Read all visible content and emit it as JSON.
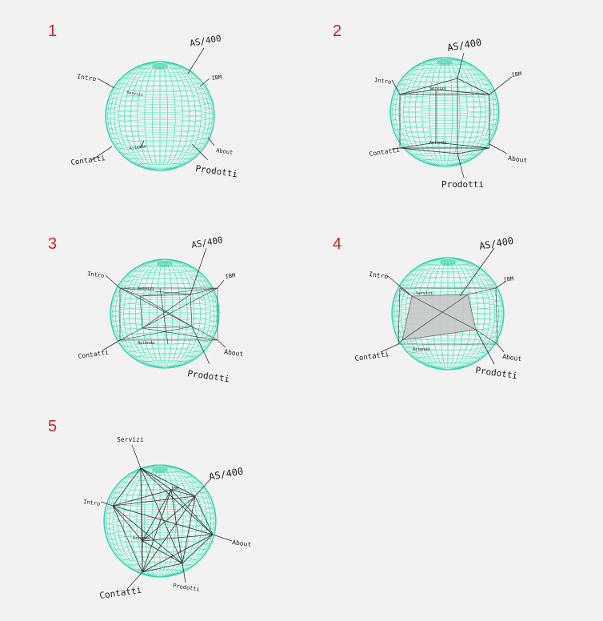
{
  "accent_color": "#d0202a",
  "sphere_color": "#2fd6a8",
  "panels": [
    {
      "number": "1",
      "labels": {
        "as400": "AS/400",
        "ibm": "IBM",
        "intro": "Intro",
        "servizi": "Servizi",
        "azienda": "Azienda",
        "contatti": "Contatti",
        "about": "About",
        "prodotti": "Prodotti"
      }
    },
    {
      "number": "2",
      "labels": {
        "as400": "AS/400",
        "ibm": "IBM",
        "intro": "Intro",
        "servizi": "Servizi",
        "azienda": "Azienda",
        "contatti": "Contatti",
        "about": "About",
        "prodotti": "Prodotti"
      }
    },
    {
      "number": "3",
      "labels": {
        "as400": "AS/400",
        "ibm": "IBM",
        "intro": "Intro",
        "servizi": "Servizi",
        "azienda": "Azienda",
        "contatti": "Contatti",
        "about": "About",
        "prodotti": "Prodotti"
      }
    },
    {
      "number": "4",
      "labels": {
        "as400": "AS/400",
        "ibm": "IBM",
        "intro": "Intro",
        "servizi": "Servizi",
        "azienda": "Azienda",
        "contatti": "Contatti",
        "about": "About",
        "prodotti": "Prodotti"
      }
    },
    {
      "number": "5",
      "labels": {
        "as400": "AS/400",
        "ibm": "IBM",
        "intro": "Intro",
        "servizi": "Servizi",
        "azienda": "Azienda",
        "contatti": "Contatti",
        "about": "About",
        "prodotti": "Prodotti"
      }
    }
  ]
}
